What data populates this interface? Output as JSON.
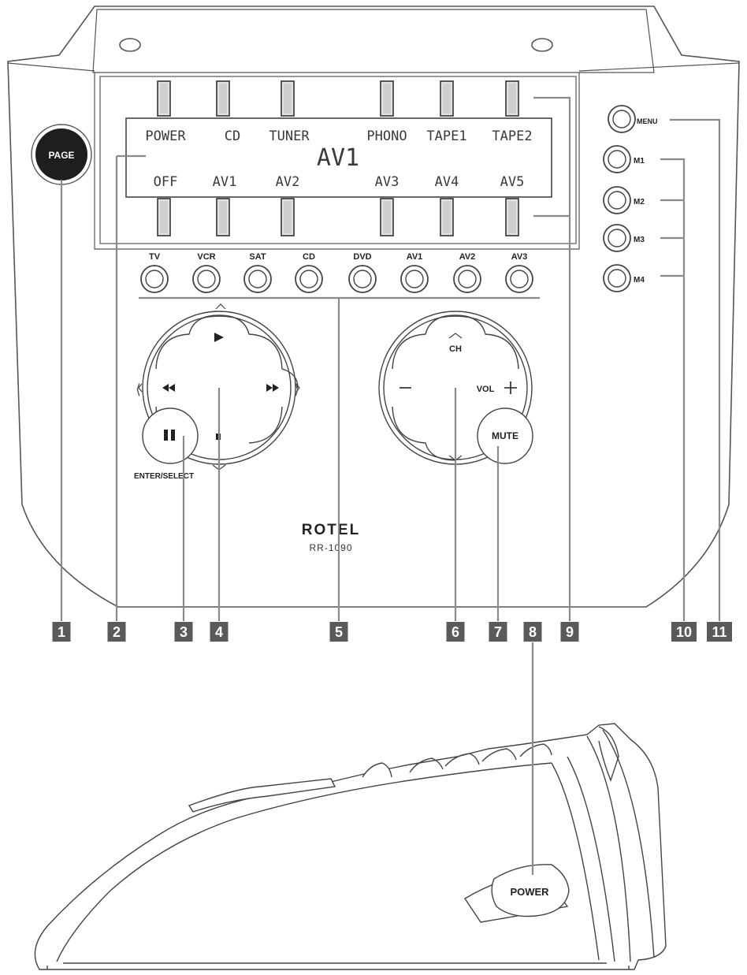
{
  "buttons": {
    "page": "PAGE",
    "power": "POWER",
    "menu": "MENU",
    "mute": "MUTE",
    "ch": "CH",
    "vol": "VOL",
    "enter_select": "ENTER/SELECT",
    "m_keys": [
      "M1",
      "M2",
      "M3",
      "M4"
    ],
    "source_keys": [
      "TV",
      "VCR",
      "SAT",
      "CD",
      "DVD",
      "AV1",
      "AV2",
      "AV3"
    ]
  },
  "display": {
    "top_labels": [
      "POWER",
      "CD",
      "TUNER",
      "PHONO",
      "TAPE1",
      "TAPE2"
    ],
    "center": "AV1",
    "bottom_labels": [
      "OFF",
      "AV1",
      "AV2",
      "AV3",
      "AV4",
      "AV5"
    ]
  },
  "brand": {
    "logo": "ROTEL",
    "model": "RR-1090"
  },
  "callouts": [
    "1",
    "2",
    "3",
    "4",
    "5",
    "6",
    "7",
    "8",
    "9",
    "10",
    "11"
  ],
  "colors": {
    "callout_bg": "#5a5a5a",
    "leader_line": "#8a8a8a",
    "page_button": "#1e1e1e"
  }
}
